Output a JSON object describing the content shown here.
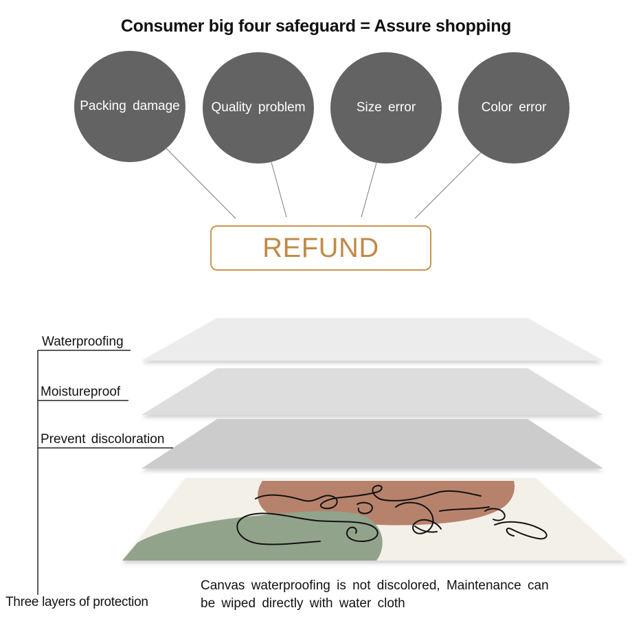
{
  "title": "Consumer big four safeguard = Assure shopping",
  "safeguards": [
    "Packing damage",
    "Quality problem",
    "Size error",
    "Color error"
  ],
  "refund_label": "REFUND",
  "layers": [
    "Waterproofing",
    "Moistureproof",
    "Prevent discoloration"
  ],
  "protection_label": "Three layers of protection",
  "description": "Canvas waterproofing is not discolored, Maintenance can be wiped directly with water cloth",
  "colors": {
    "circle": "#636363",
    "refund_accent": "#c9944f",
    "layer_top": "#ececec",
    "layer_mid": "#dddddd",
    "layer_bottom": "#cccccc",
    "canvas_bg": "#f3f0e8",
    "terracotta": "#b7826c",
    "sage": "#92a38b"
  }
}
